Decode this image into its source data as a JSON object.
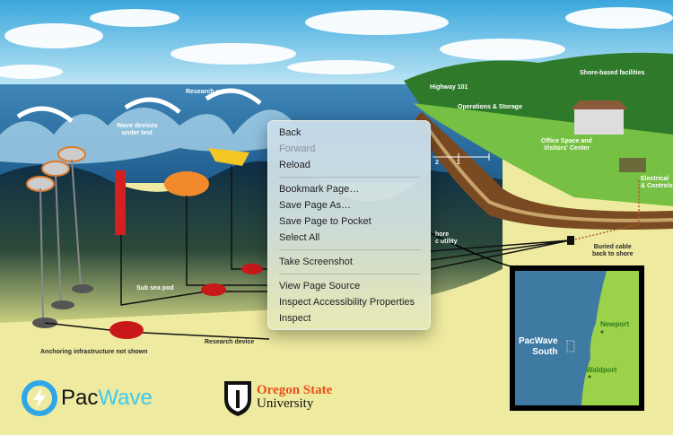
{
  "illustration": {
    "labels": {
      "research_vessel": "Research vessel",
      "wave_devices": "Wave devices\nunder test",
      "sub_sea_pod": "Sub sea pod",
      "research_device": "Research device",
      "anchoring": "Anchoring infrastructure not shown",
      "highway": "Highway 101",
      "operations": "Operations & Storage",
      "shore_facilities": "Shore-based facilities",
      "office": "Office Space and\nVisitors' Center",
      "electrical": "Electrical\n& Controls",
      "buried_cable": "Buried cable\nback to shore",
      "shore_utility_partial": "hore\nc utility",
      "scale_2": "2",
      "scale_1": "1"
    },
    "map": {
      "site": "PacWave\nSouth",
      "city1": "Newport",
      "city2": "Waldport",
      "ocean_color": "#3f7aa3",
      "land_color": "#9bd24a"
    },
    "logos": {
      "pacwave": {
        "text_dark": "Pac",
        "text_light": "Wave",
        "accent": "#3ec8f0"
      },
      "osu": {
        "line1": "Oregon State",
        "line2": "University",
        "accent": "#e8501a"
      }
    }
  },
  "context_menu": {
    "items": [
      {
        "label": "Back",
        "enabled": true
      },
      {
        "label": "Forward",
        "enabled": false
      },
      {
        "label": "Reload",
        "enabled": true
      },
      {
        "label": "Bookmark Page…",
        "enabled": true
      },
      {
        "label": "Save Page As…",
        "enabled": true
      },
      {
        "label": "Save Page to Pocket",
        "enabled": true
      },
      {
        "label": "Select All",
        "enabled": true
      },
      {
        "label": "Take Screenshot",
        "enabled": true
      },
      {
        "label": "View Page Source",
        "enabled": true
      },
      {
        "label": "Inspect Accessibility Properties",
        "enabled": true
      },
      {
        "label": "Inspect",
        "enabled": true
      }
    ]
  }
}
